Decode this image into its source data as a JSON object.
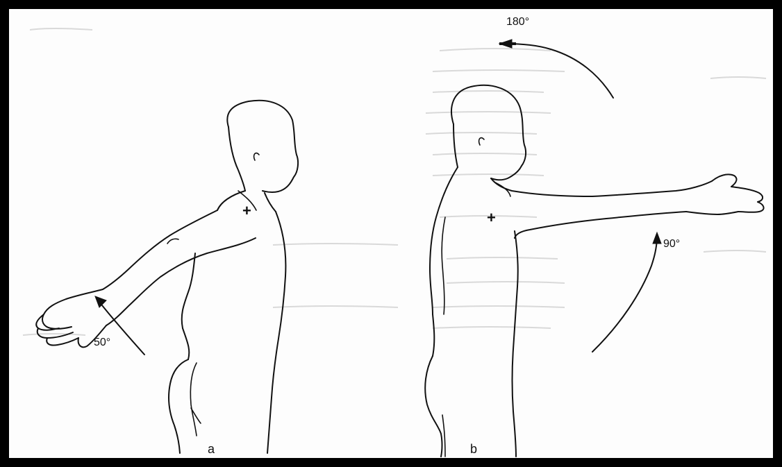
{
  "figure": {
    "panel_a": {
      "label": "a",
      "angle_label": "50°"
    },
    "panel_b": {
      "label": "b",
      "angle_label_top": "180°",
      "angle_label_mid": "90°"
    },
    "center_marker": "+"
  }
}
